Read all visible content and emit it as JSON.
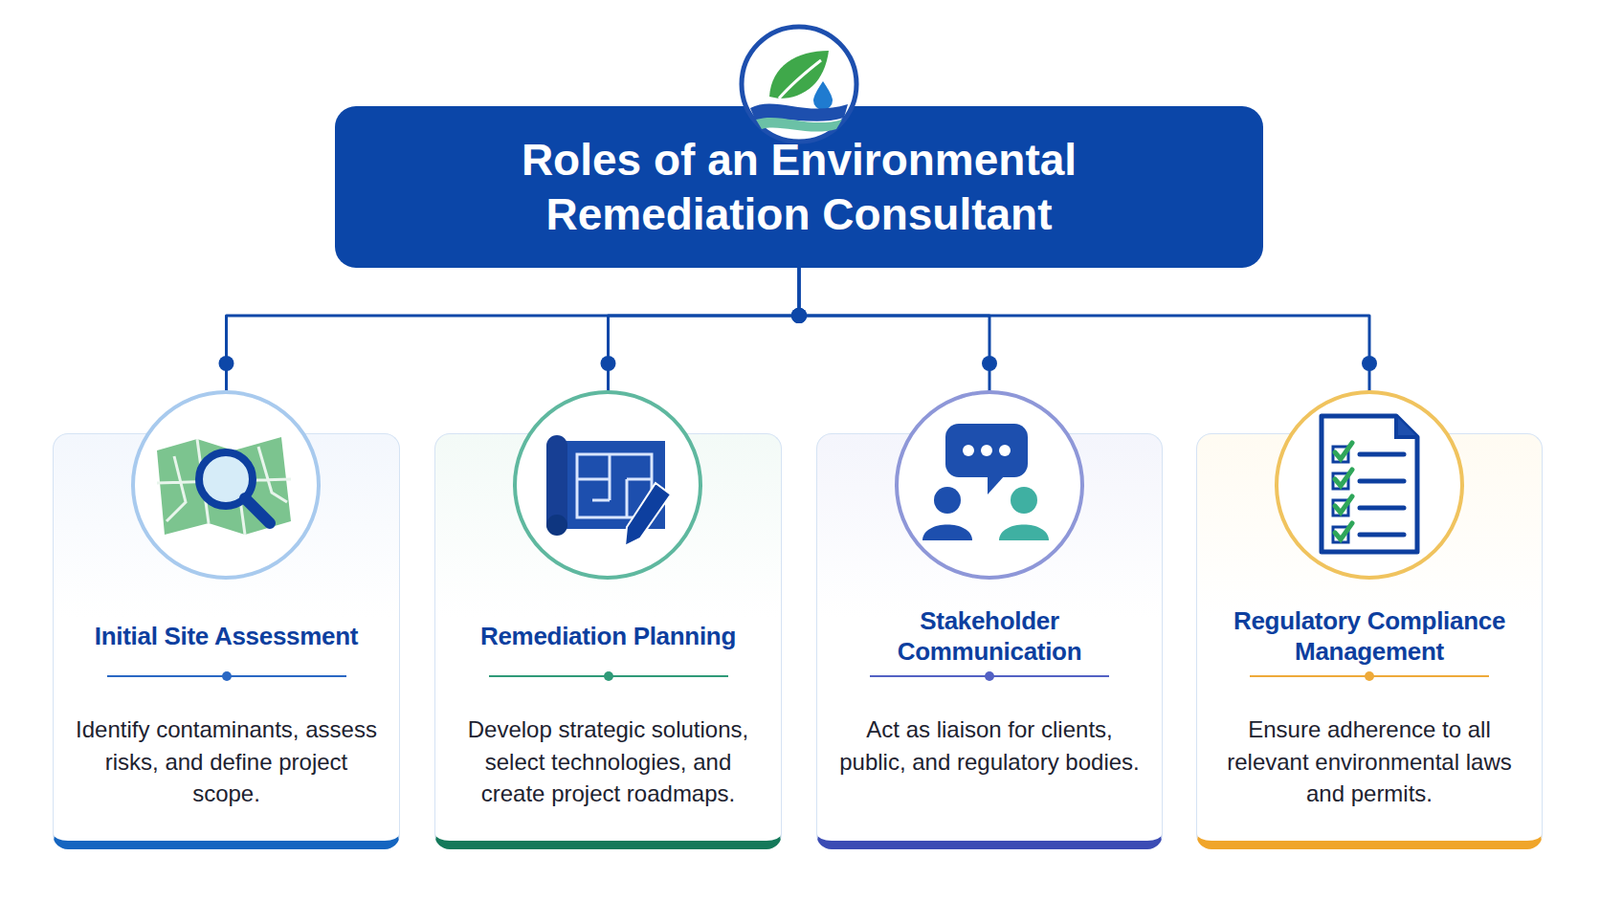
{
  "diagram": {
    "nodes": [
      {
        "text": [
          "Roles of an Environmental Remediation Consultant"
        ]
      },
      {
        "text": [
          "Initial Site Assessment",
          "Identify contaminants, assess risks, and define project scope."
        ]
      },
      {
        "text": [
          "Remediation Planning",
          "Develop strategic solutions, select technologies, and create project roadmaps."
        ]
      },
      {
        "text": [
          "Stakeholder Communication",
          "Act as liaison for clients, public, and regulatory bodies."
        ]
      },
      {
        "text": [
          "Regulatory Compliance Management",
          "Ensure adherence to all relevant environmental laws and permits."
        ]
      }
    ],
    "edges": [
      {
        "from": 0,
        "to": 1,
        "arrow": "none"
      },
      {
        "from": 0,
        "to": 2,
        "arrow": "none"
      },
      {
        "from": 0,
        "to": 3,
        "arrow": "none"
      },
      {
        "from": 0,
        "to": 4,
        "arrow": "none"
      }
    ]
  }
}
